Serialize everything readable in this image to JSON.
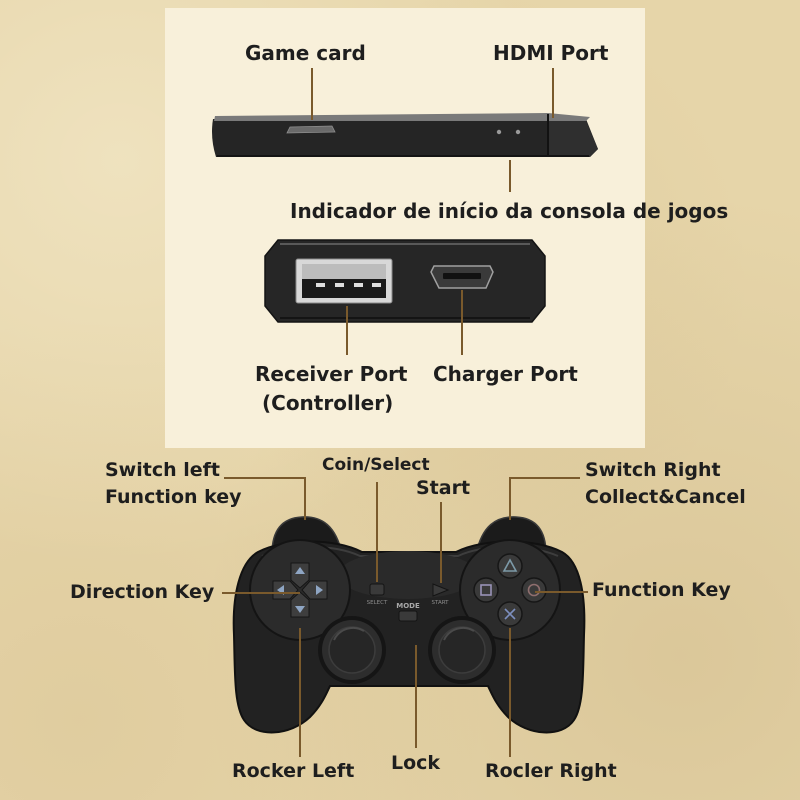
{
  "console": {
    "labels": {
      "game_card": "Game card",
      "hdmi_port": "HDMI Port",
      "indicator": "Indicador de início da consola de jogos",
      "receiver_port": "Receiver Port",
      "receiver_port_sub": "(Controller)",
      "charger_port": "Charger Port"
    }
  },
  "controller": {
    "labels": {
      "switch_left_1": "Switch left",
      "switch_left_2": "Function key",
      "coin_select": "Coin/Select",
      "start": "Start",
      "switch_right_1": "Switch Right",
      "switch_right_2": "Collect&Cancel",
      "direction_key": "Direction Key",
      "function_key": "Function Key",
      "rocker_left": "Rocker Left",
      "lock": "Lock",
      "rocker_right": "Rocler Right"
    },
    "printed": {
      "select": "SELECT",
      "start": "START",
      "mode": "MODE"
    }
  },
  "icons": [
    "triangle-icon",
    "square-icon",
    "circle-icon",
    "cross-icon",
    "arrow-up-icon",
    "arrow-down-icon",
    "arrow-left-icon",
    "arrow-right-icon"
  ],
  "colors": {
    "background": "#e6d5a9",
    "panel": "#f8f0da",
    "leader_line": "#7a5a2c",
    "label_text": "#1e1e1e",
    "device_body": "#252525"
  }
}
